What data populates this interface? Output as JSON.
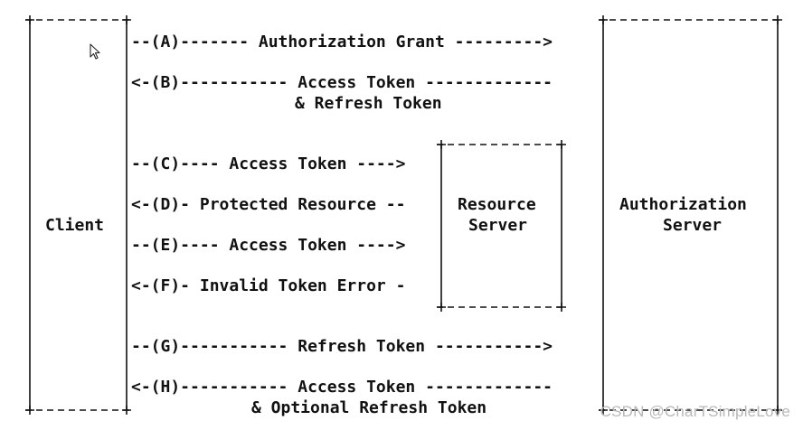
{
  "lines": [
    "+--------+                                                +---------------+",
    "|        |--(A)------- Authorization Grant --------->|               |",
    "|        |                                               |               |",
    "|        |<-(B)----------- Access Token -------------|               |",
    "|        |               & Refresh Token             |               |",
    "|        |                                               |               |",
    "|        |                            +----------+       |               |",
    "|        |--(C)---- Access Token ---->|          |       |               |",
    "|        |                            |          |       |               |",
    "|        |<-(D)- Protected Resource --| Resource |       | Authorization |",
    "| Client |                            |  Server  |       |    Server     |",
    "|        |--(E)---- Access Token ---->|          |       |               |",
    "|        |                            |          |       |               |",
    "|        |<-(F)- Invalid Token Error -|          |       |               |",
    "|        |                            +----------+       |               |",
    "|        |                                               |               |",
    "|        |--(G)----------- Refresh Token ----------->|               |",
    "|        |                                               |               |",
    "|        |<-(H)----------- Access Token -------------|               |",
    "+--------+           & Optional Refresh Token        +---------------+"
  ],
  "watermark": "CSDN @CharTSimpleLove"
}
